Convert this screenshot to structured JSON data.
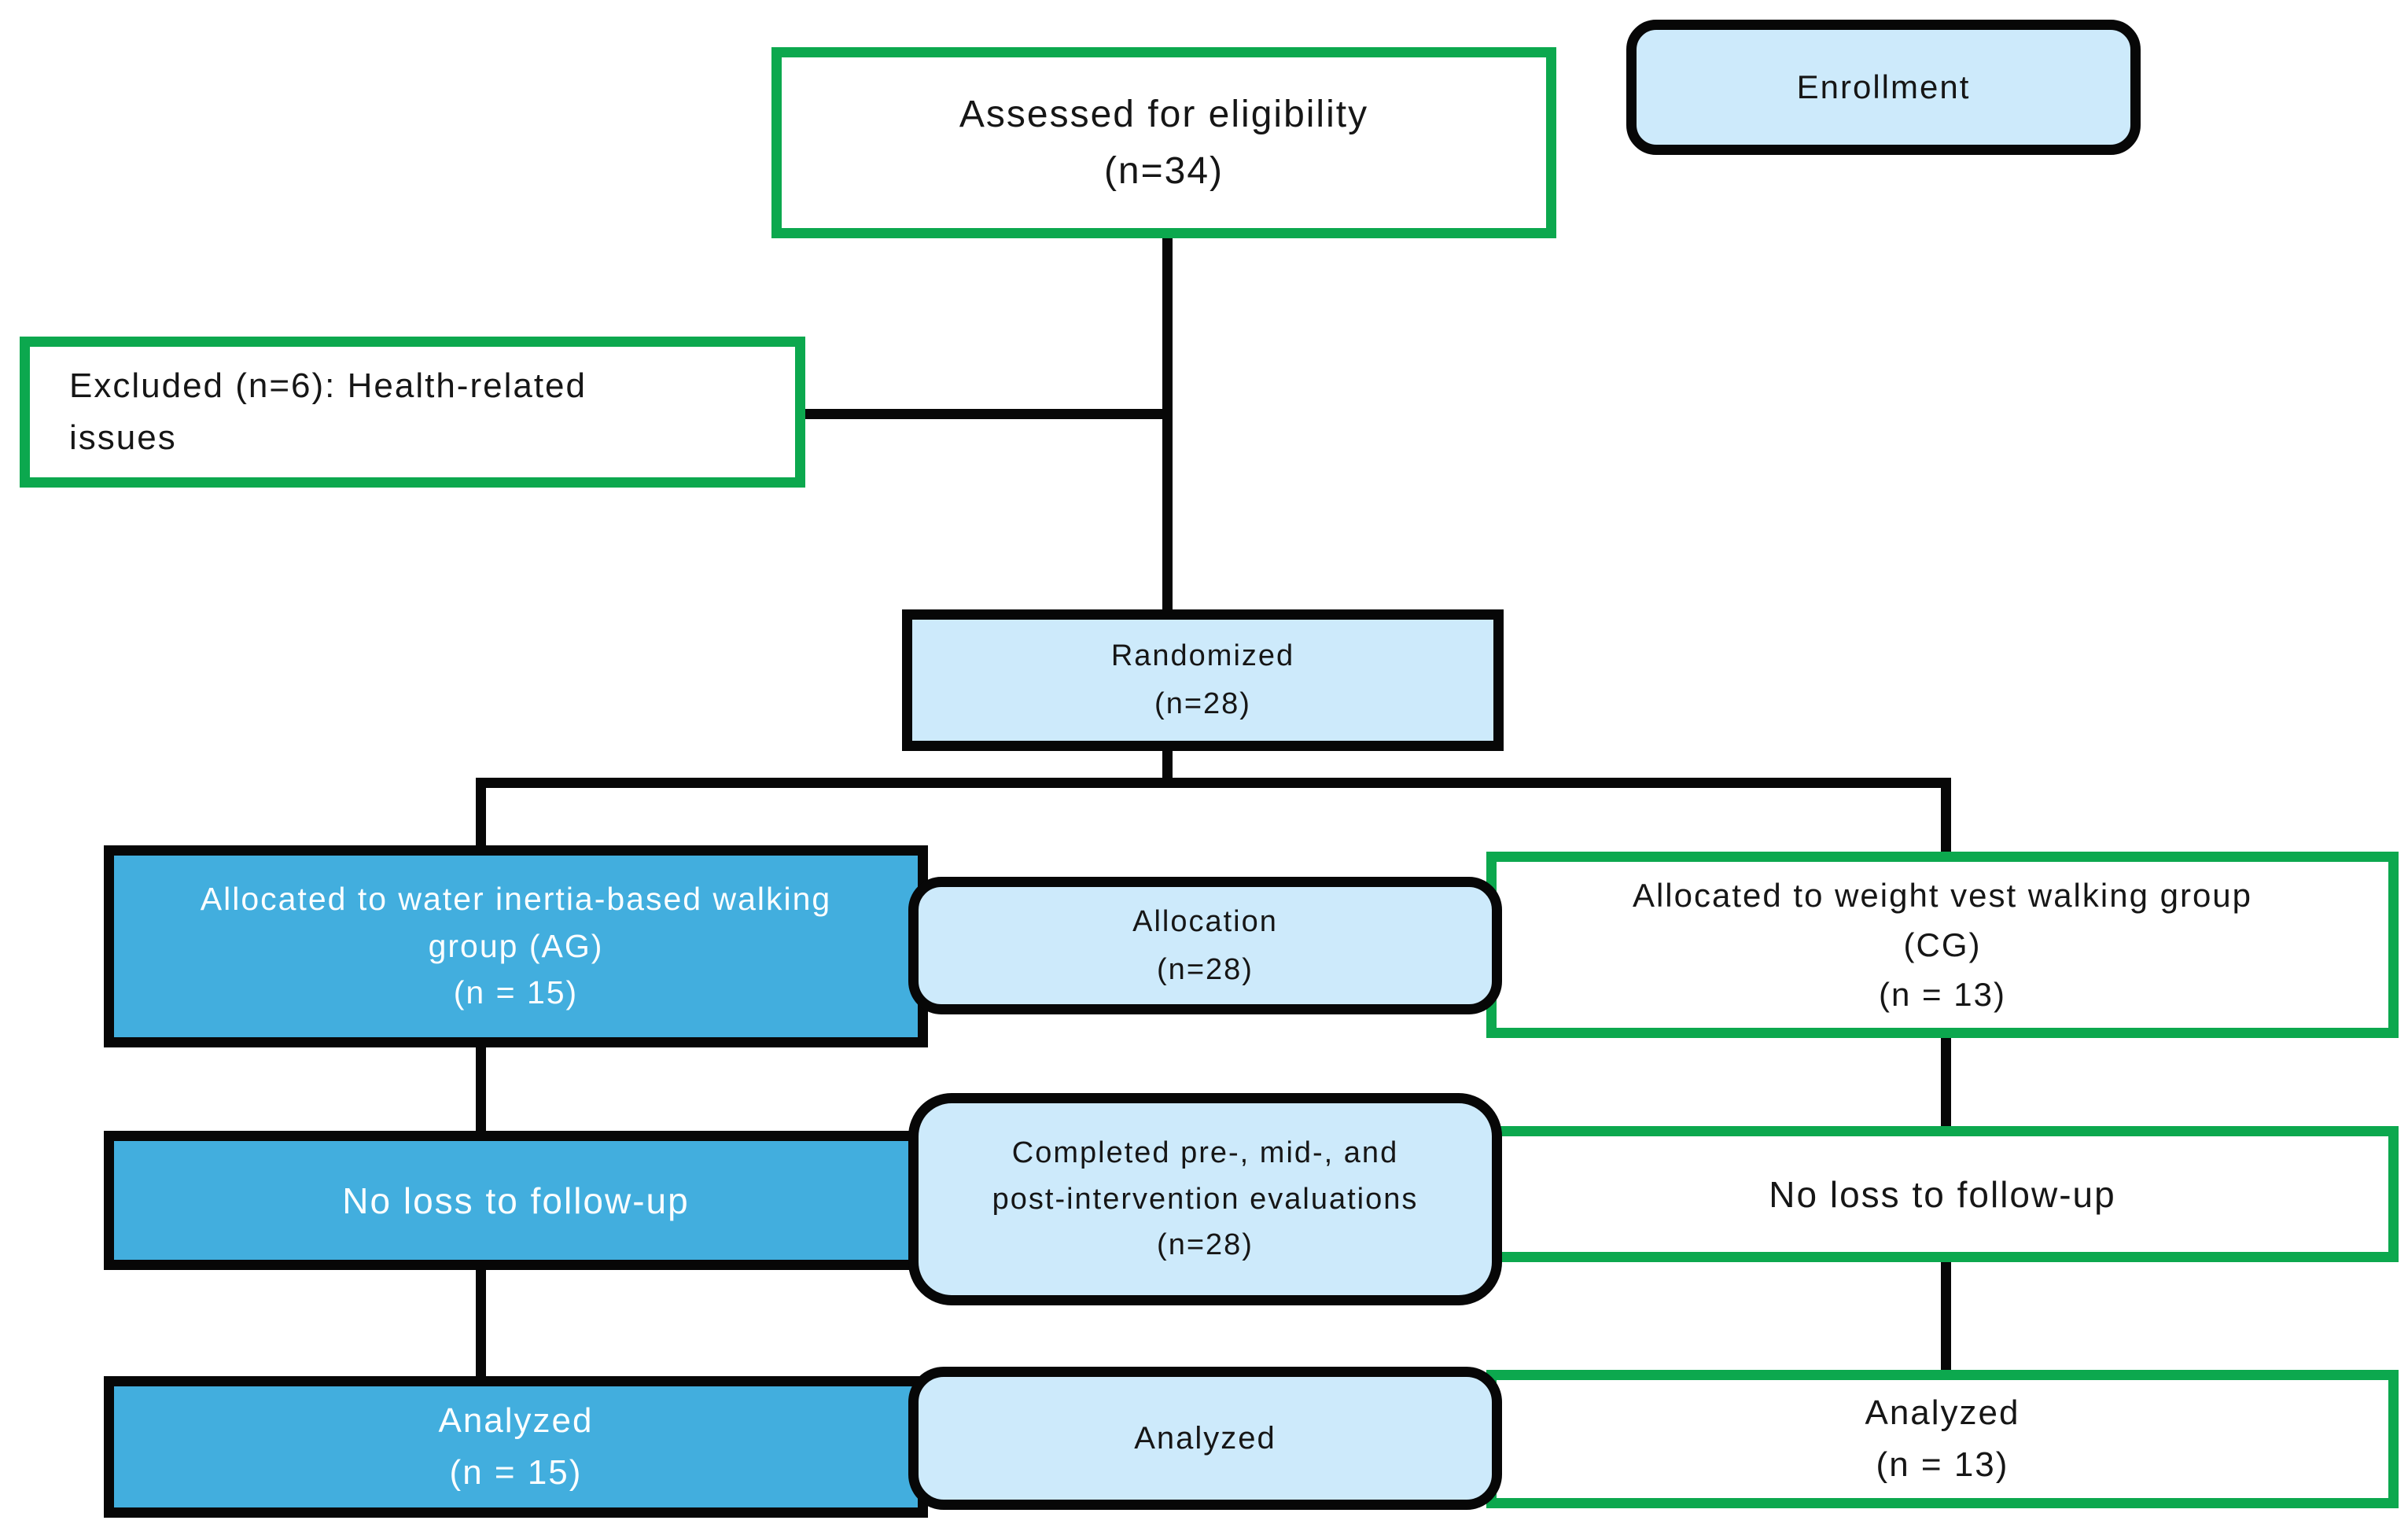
{
  "colors": {
    "green": "#0ca84e",
    "ink": "#070707",
    "light_blue": "#cdeafb",
    "dark_blue": "#42aede",
    "text_dark": "#161616",
    "text_light": "#fbfeff"
  },
  "boxes": {
    "enrollment": {
      "lines": [
        "Enrollment"
      ]
    },
    "assessed": {
      "lines": [
        "Assessed for eligibility",
        "(n=34)"
      ]
    },
    "excluded": {
      "lines": [
        "Excluded (n=6): Health-related",
        "issues"
      ]
    },
    "randomized": {
      "lines": [
        "Randomized",
        "(n=28)"
      ]
    },
    "allocated_ag": {
      "lines": [
        "Allocated to water inertia-based walking",
        "group (AG)",
        "(n = 15)"
      ]
    },
    "allocation": {
      "lines": [
        "Allocation",
        "(n=28)"
      ]
    },
    "allocated_cg": {
      "lines": [
        "Allocated to weight vest walking group",
        "(CG)",
        "(n = 13)"
      ]
    },
    "followup_ag": {
      "lines": [
        "No loss to follow-up"
      ]
    },
    "completed": {
      "lines": [
        "Completed pre-, mid-, and",
        "post-intervention evaluations",
        "(n=28)"
      ]
    },
    "followup_cg": {
      "lines": [
        "No loss to follow-up"
      ]
    },
    "analyzed_ag": {
      "lines": [
        "Analyzed",
        "(n = 15)"
      ]
    },
    "analyzed_mid": {
      "lines": [
        "Analyzed"
      ]
    },
    "analyzed_cg": {
      "lines": [
        "Analyzed",
        "(n = 13)"
      ]
    }
  }
}
